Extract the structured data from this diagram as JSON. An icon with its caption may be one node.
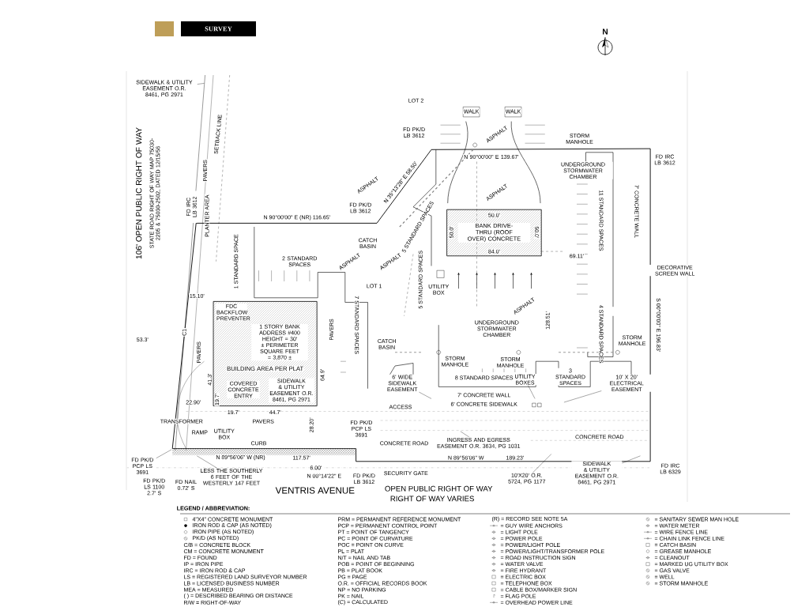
{
  "diagram": {
    "title": "SURVEY",
    "nodes": [
      {
        "text": [
          "SIDEWALK & UTILITY EASEMENT O.R. 8461, PG 2971"
        ]
      },
      {
        "text": [
          "BANK DRIVE-THRU (ROOF OVER) CONCRETE"
        ]
      },
      {
        "text": [
          "FDC BACKFLOW PREVENTER",
          "1 STORY BANK ADDRESS #400 HEIGHT = 30' ± PERIMETER SQUARE FEET = 3,870 ±",
          "BUILDING AREA PER PLAT",
          "COVERED CONCRETE ENTRY",
          "SIDEWALK & UTILITY EASEMENT O.R. 8461, PG 2971"
        ]
      },
      {
        "text": [
          "6' WIDE SIDEWALK EASEMENT"
        ]
      },
      {
        "text": [
          "UTILITY BOXES"
        ]
      },
      {
        "text": [
          "10' X 20' ELECTRICAL EASEMENT"
        ]
      },
      {
        "text": [
          "INGRESS AND EGRESS EASEMENT O.R. 3634, PG 1031"
        ]
      },
      {
        "text": [
          "10'X20' O.R. 5724, PG 1177"
        ]
      },
      {
        "text": [
          "SIDEWALK & UTILITY EASEMENT O.R. 8461, PG 2971"
        ]
      },
      {
        "text": [
          "LESS THE SOUTHERLY 6 FEET OF THE WESTERLY 147 FEET"
        ]
      },
      {
        "text": [
          "FD PK/D PCP LS 3691"
        ]
      }
    ],
    "edges": [
      {
        "from": 0,
        "to": null,
        "arrow": "none"
      },
      {
        "from": 3,
        "to": null,
        "arrow": "none"
      },
      {
        "from": 4,
        "to": null,
        "arrow": "none"
      },
      {
        "from": 5,
        "to": null,
        "arrow": "none"
      },
      {
        "from": 6,
        "to": null,
        "arrow": "none"
      },
      {
        "from": 7,
        "to": null,
        "arrow": "none"
      },
      {
        "from": 8,
        "to": null,
        "arrow": "none"
      },
      {
        "from": 9,
        "to": null,
        "arrow": "none"
      },
      {
        "from": 10,
        "to": null,
        "arrow": "none"
      }
    ],
    "labels": [
      "N",
      "LOT 2",
      "WALK",
      "WALK",
      "STORM MANHOLE",
      "FD PK/D LB 3612",
      "SETBACK LINE",
      "106' OPEN PUBLIC RIGHT OF WAY",
      "STATE ROAD RIGHT OF WAY MAP 75030-2205 & 75030-2502, DATED 12/15/56",
      "N 90°00'00\" E 139.67'",
      "N 35°13'28\" E 58.50'",
      "ASPHALT",
      "ASPHALT",
      "ASPHALT",
      "UNDERGROUND STORMWATER CHAMBER",
      "FD IRC LB 3612",
      "7' CONCRETE WALL",
      "FD PK/D LB 3612",
      "5 STANDARD SPACES",
      "50.0'",
      "50.0'",
      "50.0'",
      "84.0'",
      "11 STANDARD SPACES",
      "N 90°00'00\" E (NR) 116.65'",
      "CATCH BASIN",
      "ASPHALT",
      "FD IRC LB 3612",
      "PAVERS",
      "PLANTER AREA",
      "1 STANDARD SPACE",
      "2 STANDARD SPACES",
      "ASPHALT",
      "LOT 1",
      "5 STANDARD SPACES",
      "UTILITY BOX",
      "69.11'",
      "DECORATIVE SCREEN WALL",
      "S 00°00'00\" E 196.83'",
      "53.3'",
      "C1",
      "15.10'",
      "PAVERS",
      "41.3'",
      "PAVERS",
      "64.9'",
      "7 STANDARD SPACES",
      "CATCH BASIN",
      "STORM MANHOLE",
      "UNDERGROUND STORMWATER CHAMBER",
      "ASPHALT",
      "STORM MANHOLE",
      "128.51'",
      "4 STANDARD SPACES",
      "STORM MANHOLE",
      "19.7'",
      "19.7'",
      "44.7'",
      "22.90'",
      "ACCESS",
      "8 STANDARD SPACES",
      "3 STANDARD SPACES",
      "TRANSFORMER",
      "PAVERS",
      "7' CONCRETE WALL",
      "6' CONCRETE SIDEWALK",
      "RAMP",
      "UTILITY BOX",
      "28.20'",
      "CURB",
      "CONCRETE ROAD",
      "CONCRETE ROAD",
      "FD PK/D PCP LS 3691",
      "N 89°56'06\" W (NR)",
      "117.57'",
      "FD PK/D LB 3612",
      "N 89°56'06\" W",
      "189.23'",
      "FD IRC LB 6329",
      "FD NAIL 0.72' S",
      "6.00'",
      "N 00°14'22\" E",
      "SECURITY GATE",
      "FD PK/D LS 1100 2.7' S",
      "VENTRIS AVENUE",
      "OPEN PUBLIC RIGHT OF WAY",
      "RIGHT OF WAY VARIES",
      "LEGEND / ABBREVIATION:"
    ],
    "legend": [
      {
        "text": "4\"X4\" CONCRETE MONUMENT"
      },
      {
        "text": "IRON ROD & CAP (AS NOTED)"
      },
      {
        "text": "IRON PIPE (AS NOTED)"
      },
      {
        "text": "PK/D (AS NOTED)"
      },
      {
        "text": "C/B = CONCRETE BLOCK"
      },
      {
        "text": "CM = CONCRETE MONUMENT"
      },
      {
        "text": "FD = FOUND"
      },
      {
        "text": "IP = IRON PIPE"
      },
      {
        "text": "IRC = IRON ROD & CAP"
      },
      {
        "text": "LS = REGISTERED LAND SURVEYOR NUMBER"
      },
      {
        "text": "LB = LICENSED BUSINESS NUMBER"
      },
      {
        "text": "MEA = MEASURED"
      },
      {
        "text": "( ) = DESCRIBED BEARING OR DISTANCE"
      },
      {
        "text": "R/W = RIGHT-OF-WAY"
      },
      {
        "text": "PRM = PERMANENT REFERENCE MONUMENT"
      },
      {
        "text": "PCP = PERMANENT CONTROL POINT"
      },
      {
        "text": "PT = POINT OF TANGENCY"
      },
      {
        "text": "PC = POINT OF CURVATURE"
      },
      {
        "text": "POC = POINT ON CURVE"
      },
      {
        "text": "PL = PLAT"
      },
      {
        "text": "N/T = NAIL AND TAB"
      },
      {
        "text": "POB = POINT OF BEGINNING"
      },
      {
        "text": "PB = PLAT BOOK"
      },
      {
        "text": "PG = PAGE"
      },
      {
        "text": "O.R. = OFFICIAL RECORDS BOOK"
      },
      {
        "text": "NP = NO PARKING"
      },
      {
        "text": "PK = NAIL"
      },
      {
        "text": "(C) = CALCULATED"
      },
      {
        "text": "(R) = RECORD SEE NOTE 5A"
      },
      {
        "text": "= GUY WIRE ANCHORS"
      },
      {
        "text": "= LIGHT POLE"
      },
      {
        "text": "= POWER POLE"
      },
      {
        "text": "= POWER/LIGHT POLE"
      },
      {
        "text": "= POWER/LIGHT/TRANSFORMER POLE"
      },
      {
        "text": "= ROAD INSTRUCTION SIGN"
      },
      {
        "text": "= WATER VALVE"
      },
      {
        "text": "= FIRE HYDRANT"
      },
      {
        "text": "= ELECTRIC BOX"
      },
      {
        "text": "= TELEPHONE BOX"
      },
      {
        "text": "= CABLE BOX/MARKER SIGN"
      },
      {
        "text": "= FLAG POLE"
      },
      {
        "text": "= OVERHEAD POWER LINE"
      },
      {
        "text": "= SANITARY SEWER MAN HOLE"
      },
      {
        "text": "= WATER METER"
      },
      {
        "text": "= WIRE FENCE LINE"
      },
      {
        "text": "= CHAIN LINK FENCE LINE"
      },
      {
        "text": "= CATCH BASIN"
      },
      {
        "text": "= GREASE MANHOLE"
      },
      {
        "text": "= CLEANOUT"
      },
      {
        "text": "= MARKED UG UTILITY BOX"
      },
      {
        "text": "= GAS VALVE"
      },
      {
        "text": "= WELL"
      },
      {
        "text": "= STORM MANHOLE"
      }
    ]
  }
}
